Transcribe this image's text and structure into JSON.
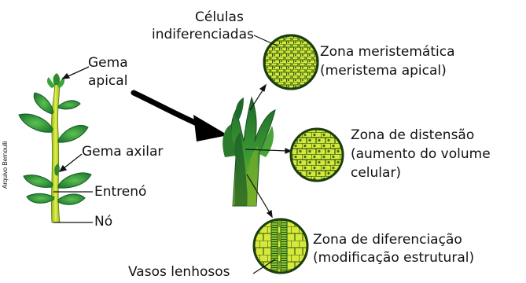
{
  "credit": "Arquivo Bernoulli",
  "labels": {
    "gema_apical_1": "Gema",
    "gema_apical_2": "apical",
    "gema_axilar": "Gema axilar",
    "entreno": "Entrenó",
    "no": "Nó",
    "celulas_1": "Células",
    "celulas_2": "indiferenciadas",
    "zona_meristematica_1": "Zona meristemática",
    "zona_meristematica_2": "(meristema apical)",
    "zona_distensao_1": "Zona de distensão",
    "zona_distensao_2": "(aumento do volume",
    "zona_distensao_3": "celular)",
    "zona_diferenciacao_1": "Zona de diferenciação",
    "zona_diferenciacao_2": "(modificação estrutural)",
    "vasos_lenhosos": "Vasos lenhosos"
  },
  "colors": {
    "leaf_green": "#2e9e3a",
    "dark_green": "#1f6b2a",
    "stem_yellow": "#c9d92a",
    "cell_fill": "#d8e83a",
    "cell_border": "#2b5a14"
  }
}
